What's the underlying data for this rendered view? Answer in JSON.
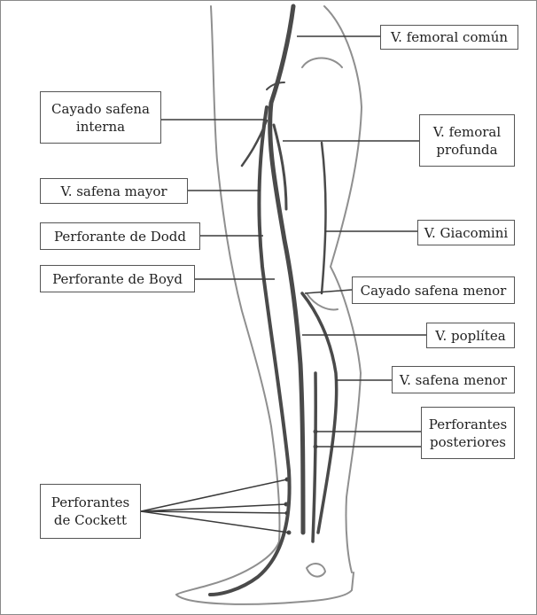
{
  "colors": {
    "outline": "#8f8f8f",
    "vein": "#4a4a4a",
    "leader": "#3a3a3a",
    "box_border": "#555555"
  },
  "labels": {
    "femoral_comun": [
      "V. femoral común"
    ],
    "cayado_interna": [
      "Cayado safena",
      "interna"
    ],
    "femoral_profunda": [
      "V. femoral",
      "profunda"
    ],
    "safena_mayor": [
      "V. safena mayor"
    ],
    "perf_dodd": [
      "Perforante de Dodd"
    ],
    "giacomini": [
      "V. Giacomini"
    ],
    "perf_boyd": [
      "Perforante de Boyd"
    ],
    "cayado_menor": [
      "Cayado safena menor"
    ],
    "poplitea": [
      "V. poplítea"
    ],
    "safena_menor": [
      "V. safena menor"
    ],
    "perf_posteriores": [
      "Perforantes",
      "posteriores"
    ],
    "perf_cockett": [
      "Perforantes",
      "de Cockett"
    ]
  }
}
